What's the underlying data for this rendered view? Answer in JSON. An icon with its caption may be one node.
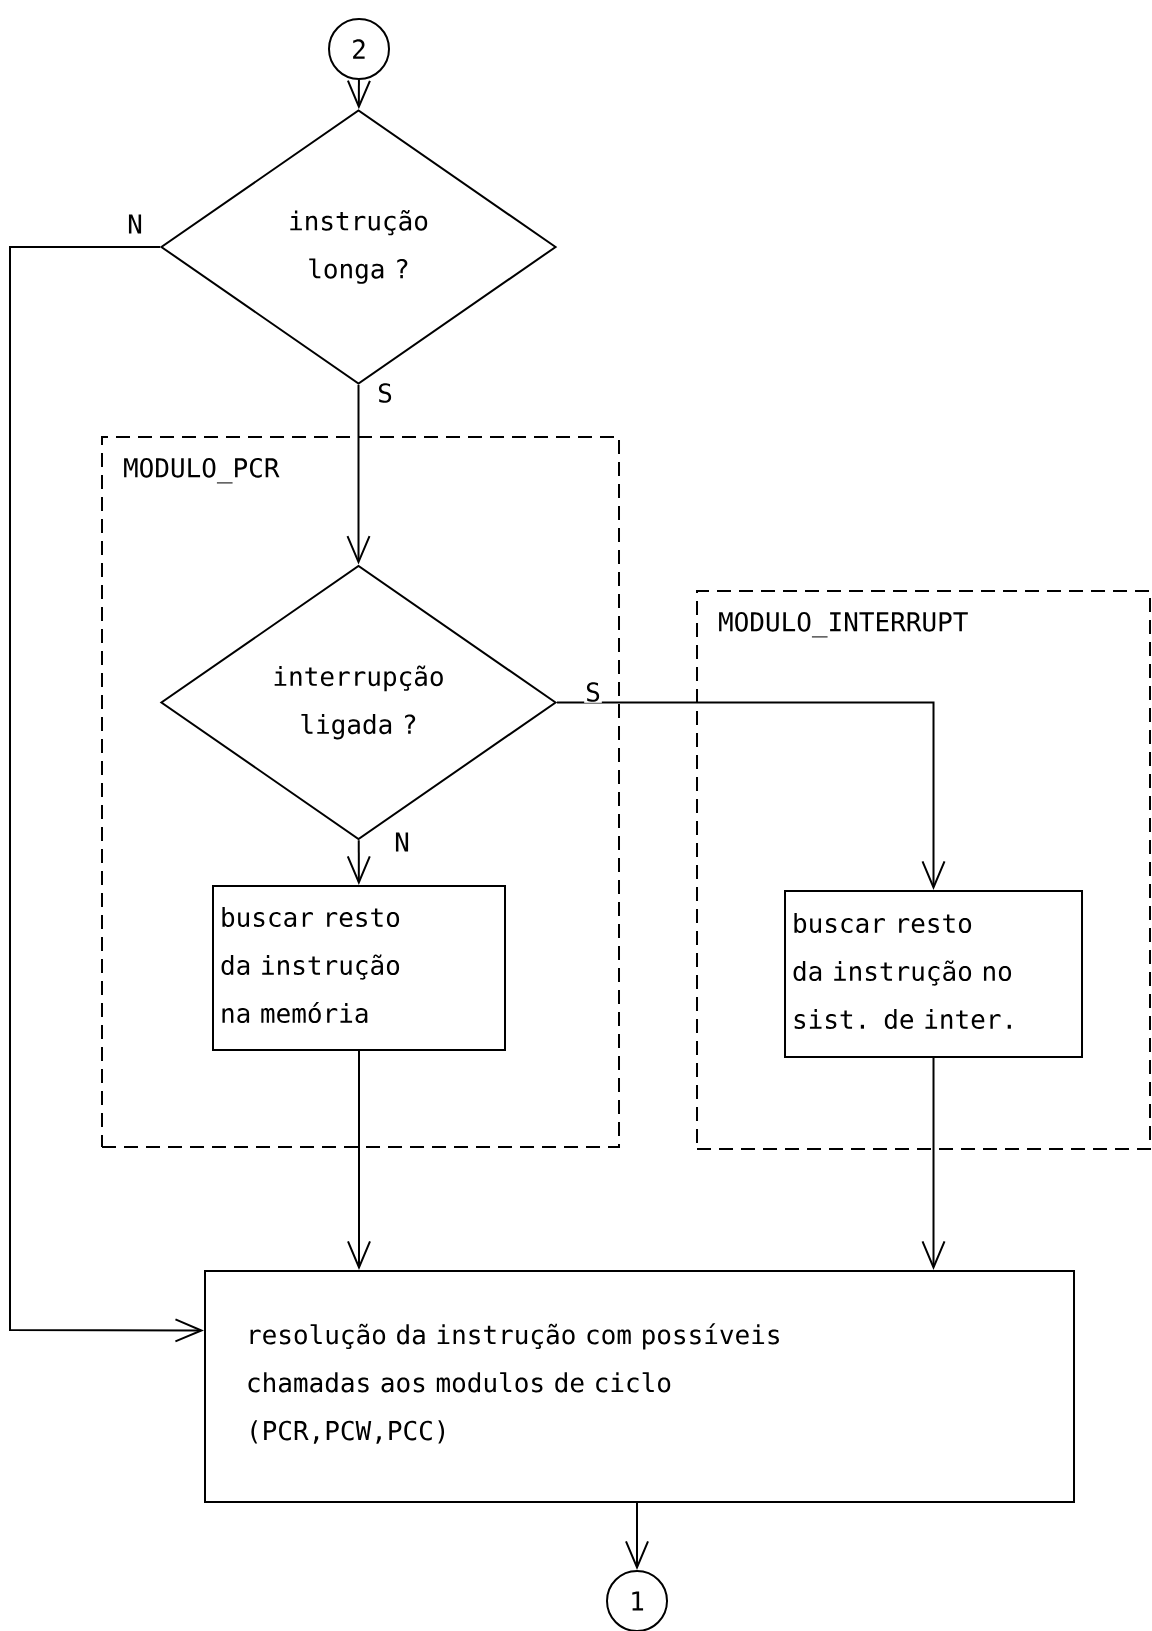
{
  "diagram": {
    "nodes": [
      {
        "text": [
          "2"
        ]
      },
      {
        "text": [
          "instrução longa ?"
        ]
      },
      {
        "text": [
          "MODULO_PCR"
        ]
      },
      {
        "text": [
          "interrupção ligada ?"
        ],
        "in": 2
      },
      {
        "text": [
          "buscar resto da instrução na memória"
        ],
        "in": 2
      },
      {
        "text": [
          "MODULO_INTERRUPT"
        ]
      },
      {
        "text": [
          "buscar resto da instrução no sist. de inter."
        ],
        "in": 5
      },
      {
        "text": [
          "resolução da instrução com possíveis chamadas aos modulos de ciclo (PCR,PCW,PCC)"
        ]
      },
      {
        "text": [
          "1"
        ]
      }
    ],
    "edges": [
      {
        "from": 0,
        "to": 1,
        "arrow": "to"
      },
      {
        "from": 1,
        "to": 3,
        "arrow": "to",
        "label": "S"
      },
      {
        "from": 1,
        "to": 7,
        "arrow": "to",
        "label": "N"
      },
      {
        "from": 3,
        "to": 4,
        "arrow": "to",
        "label": "N"
      },
      {
        "from": 3,
        "to": 6,
        "arrow": "to",
        "label": "S"
      },
      {
        "from": 4,
        "to": 7,
        "arrow": "to"
      },
      {
        "from": 6,
        "to": 7,
        "arrow": "to"
      },
      {
        "from": 7,
        "to": 8,
        "arrow": "to"
      }
    ]
  }
}
